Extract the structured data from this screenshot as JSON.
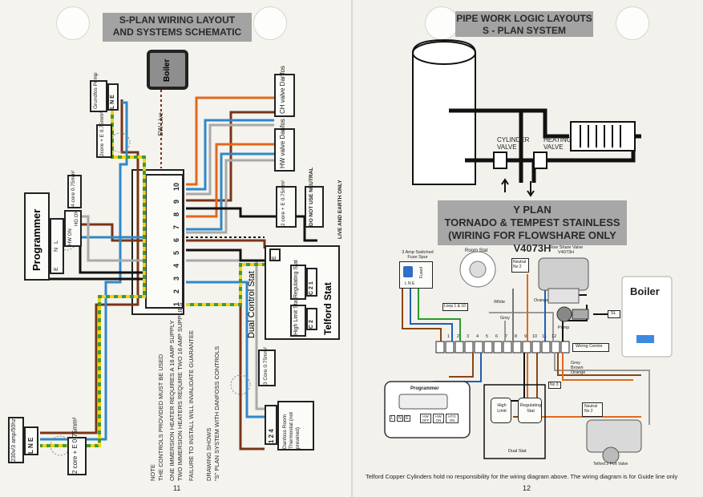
{
  "left_page": {
    "title_line1": "S-PLAN WIRING LAYOUT",
    "title_line2": "AND SYSTEMS SCHEMATIC",
    "boiler": "Boiler",
    "sw_live": "SW Live",
    "pump": "Grundfos Pump",
    "pump_terms": "L N E",
    "cable_2core": "2core + E 0.75mm²",
    "cable_4core": "4 core 0.75mm²",
    "programmer": "Programmer",
    "programmer_terms": [
      "E",
      "N",
      "L",
      "HW ON",
      "HG ON"
    ],
    "ch_valve": "CH valve Danfos",
    "hw_valve": "HW valve Danfos",
    "terminal_numbers": [
      "1",
      "2",
      "3",
      "4",
      "5",
      "6",
      "7",
      "8",
      "9",
      "10"
    ],
    "cable_2core_stat": "2 core + E 0.75mm²",
    "do_not_use": "DO NOT USE NEUTRAL",
    "live_earth_only": "LIVE AND EARTH ONLY",
    "telford_stat": "Telford Stat",
    "dual_control_stat": "Dual Control Stat",
    "regulating_stat": "Regulating Stat",
    "high_limit_stat": "High Limit Stat",
    "stat_terms_a": "C 2 1",
    "stat_terms_b": "C 2",
    "stat_earth": "E",
    "cable_3core": "3 Core 0.75mm²",
    "room_thermostat": "Danfoss Room Thermostat (not prewired)",
    "room_terms": "1 2 4",
    "supply": "230v/3 amp/50hz",
    "supply_terms": "L N E",
    "cable_supply": "2 core + E 0.75mm²",
    "note_title": "NOTE",
    "note_lines": [
      "THE CONTROLS PROVIDED MUST BE USED",
      "ONE IMMERSION HEATER REQUIRES A 16 AMP SUPPLY",
      "TWO IMMERSION HEATERS REQUIRE TWO 16 AMP SUPPLIES",
      "FAILURE TO INSTALL WILL INVALIDATE GUARANTEE"
    ],
    "drawing_shows_1": "DRAWING SHOWS",
    "drawing_shows_2": "\"S\" PLAN SYSTEM WITH DANFOSS CONTROLS",
    "page_number": "11"
  },
  "right_page": {
    "title_line1": "PIPE WORK LOGIC LAYOUTS",
    "title_line2": "S - PLAN SYSTEM",
    "cylinder_valve": "CYLINDER VALVE",
    "heating_valve": "HEATING VALVE",
    "yplan_line1": "Y PLAN",
    "yplan_line2": "TORNADO & TEMPEST STAINLESS",
    "yplan_line3": "(WIRING FOR FLOWSHARE ONLY V4073H",
    "fuse_spur": "3 Amp Switched Fuse Spur",
    "fused": "Fused",
    "spur_terms": "L N E",
    "room_stat": "Room Stat",
    "neutral_no2": "Neutral No 2",
    "flow_share_valve": "Flow Share Valve V4073H",
    "boiler": "Boiler",
    "loop": "Loop 1 & 10",
    "white": "White",
    "grey": "Grey",
    "orange": "Orange",
    "pump": "Pump",
    "sl": "SL",
    "wiring_centre": "Wiring Centre",
    "wc_numbers": [
      "1",
      "2",
      "3",
      "4",
      "5",
      "6",
      "7",
      "8",
      "9",
      "10",
      "11",
      "12"
    ],
    "wire_labels": [
      "Grey",
      "Brown",
      "Orange"
    ],
    "programmer": "Programmer",
    "prog_terms": [
      "L",
      "N",
      "E",
      "HW OFF",
      "HW ON",
      "HTG ON"
    ],
    "high_limit": "High Limit",
    "regulating_stat": "Regulating Stat",
    "dual_stat": "Dual Stat",
    "no3": "No 3",
    "neutral_no2_b": "Neutral No 2",
    "two_port": "Telford 2 Port Valve",
    "disclaimer": "Telford Copper Cylinders hold no responsibility for the wiring diagram above.  The wiring diagram is for Guide line only",
    "page_number": "12"
  }
}
